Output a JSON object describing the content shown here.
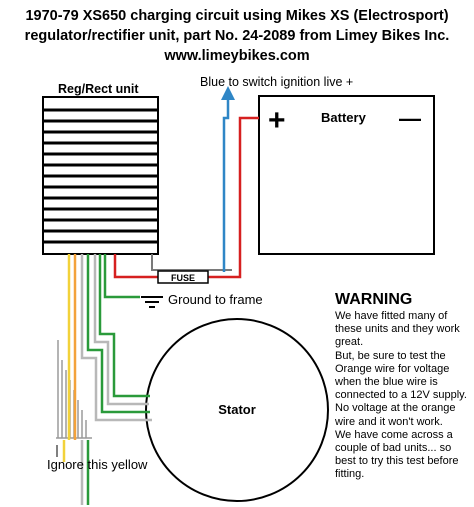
{
  "title": {
    "line1": "1970-79 XS650 charging circuit using Mikes XS (Electrosport)",
    "line2": "regulator/rectifier unit, part No. 24-2089 from Limey Bikes Inc.",
    "line3": "www.limeybikes.com"
  },
  "regulator": {
    "label": "Reg/Rect unit"
  },
  "battery": {
    "label": "Battery",
    "plus": "+",
    "minus": "—"
  },
  "blue_wire": {
    "label": "Blue to switch ignition live +"
  },
  "fuse": {
    "label": "FUSE"
  },
  "ground": {
    "label": "Ground to frame"
  },
  "stator": {
    "label": "Stator"
  },
  "ignore_yellow": {
    "label": "Ignore this yellow"
  },
  "warning": {
    "heading": "WARNING",
    "para1": "We have fitted many of these units and they work great.",
    "para2": "But, be sure to test the Orange wire for voltage when the blue wire is connected to a 12V supply. No voltage at the orange wire and it won't work.",
    "para3": "We have come across a couple of bad units... so best to try this test before fitting."
  },
  "colors": {
    "blue_wire": "#2f86c6",
    "red_wire": "#d62020",
    "orange_wire": "#f3a23a",
    "yellow_wire": "#f2d23a",
    "green_wire": "#2a9a3a",
    "white_wire": "#b8b8b8"
  }
}
